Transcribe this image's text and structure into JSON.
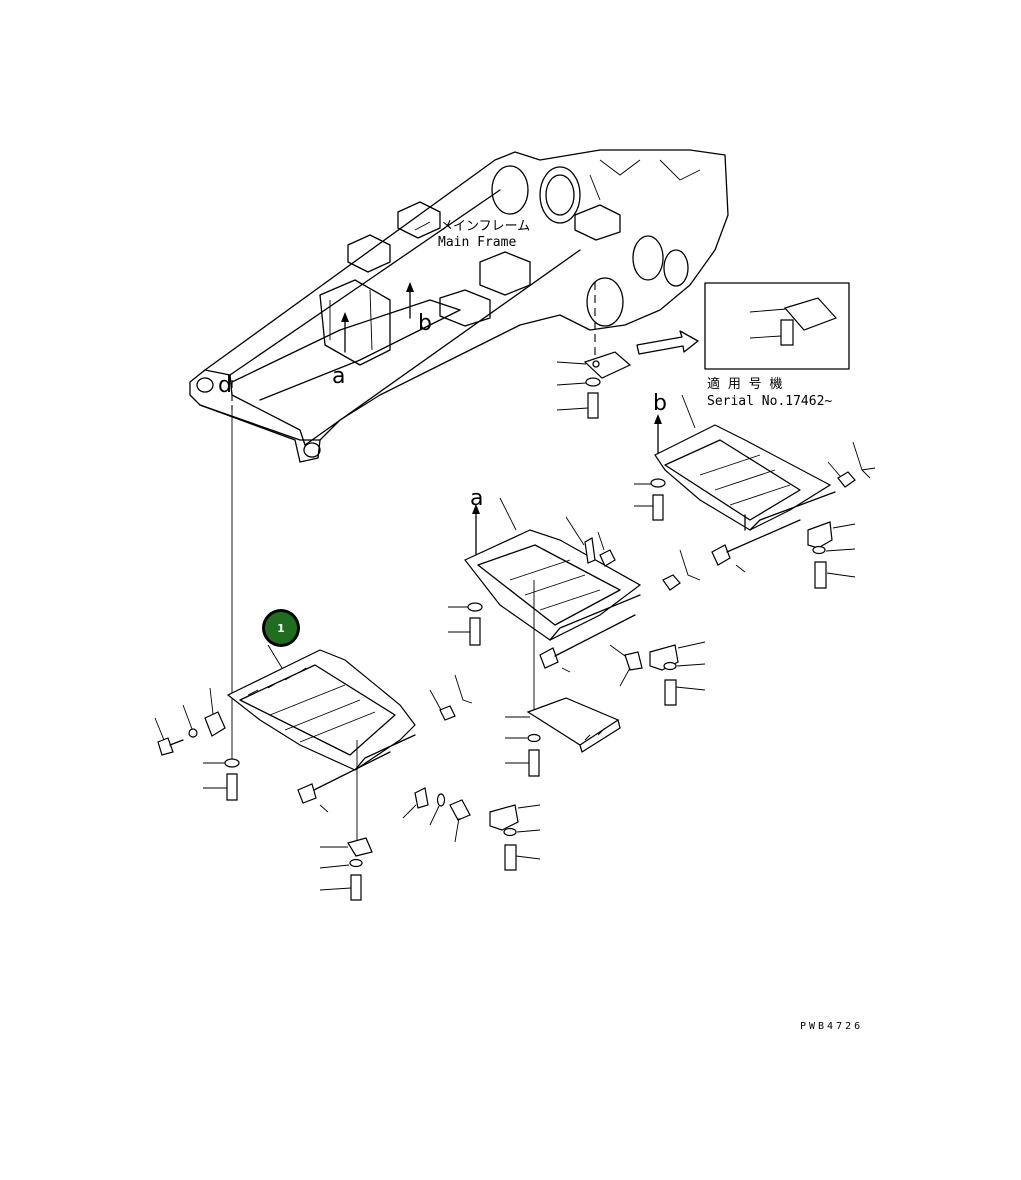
{
  "labels": {
    "main_frame_jp": "メインフレーム",
    "main_frame_en": "Main Frame",
    "serial_jp": "適 用 号 機",
    "serial_en": "Serial No.17462~",
    "drawing_code": "PWB4726",
    "callout_1": "1",
    "ref_a_1": "a",
    "ref_b_1": "b",
    "ref_a_2": "a",
    "ref_b_2": "b",
    "ref_d": "d"
  },
  "colors": {
    "callout_fill": "#1f6e1f",
    "callout_ring": "#000000",
    "ink": "#000000",
    "paper": "#ffffff"
  },
  "icons": {
    "callout": "numbered-green-circle",
    "arrow": "outline-arrow-right"
  }
}
